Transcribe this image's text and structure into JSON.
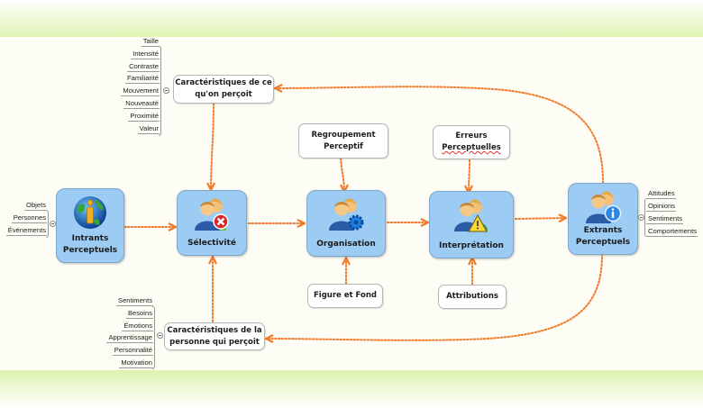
{
  "colors": {
    "accent_arrow": "#f27a2a",
    "node_fill": "#9ccbf4",
    "node_border": "#7ea7cc",
    "band_green": "#dff3b4",
    "canvas_bg": "#fefdf5"
  },
  "main_nodes": [
    {
      "id": "intrants",
      "label_line1": "Intrants",
      "label_line2": "Perceptuels",
      "icon": "globe-info-icon"
    },
    {
      "id": "selectivite",
      "label_line1": "Sélectivité",
      "label_line2": "",
      "icon": "users-delete-icon"
    },
    {
      "id": "organisation",
      "label_line1": "Organisation",
      "label_line2": "",
      "icon": "users-settings-icon"
    },
    {
      "id": "interpretation",
      "label_line1": "Interprétation",
      "label_line2": "",
      "icon": "users-warning-icon"
    },
    {
      "id": "extrants",
      "label_line1": "Extrants",
      "label_line2": "Perceptuels",
      "icon": "users-info-icon"
    }
  ],
  "sub_nodes": {
    "carac_percu": {
      "line1": "Caractéristiques de ce",
      "line2": "qu'on perçoit"
    },
    "carac_personne": {
      "line1": "Caractéristiques de la",
      "line2": "personne qui perçoit"
    },
    "regroupement": {
      "line1": "Regroupement",
      "line2": "Perceptif"
    },
    "erreurs": {
      "line1": "Erreurs",
      "line2": "Perceptuelles"
    },
    "figure_fond": {
      "line1": "Figure et Fond"
    },
    "attributions": {
      "line1": "Attributions"
    }
  },
  "leaf_lists": {
    "intrants": [
      "Objets",
      "Personnes",
      "Événements"
    ],
    "carac_percu": [
      "Taille",
      "Intensité",
      "Contraste",
      "Familiarité",
      "Mouvement",
      "Nouveauté",
      "Proximité",
      "Valeur"
    ],
    "carac_personne": [
      "Sentiments",
      "Besoins",
      "Émotions",
      "Apprentissage",
      "Personnalité",
      "Motivation"
    ],
    "extrants": [
      "Attitudes",
      "Opinions",
      "Sentiments",
      "Comportements"
    ]
  }
}
